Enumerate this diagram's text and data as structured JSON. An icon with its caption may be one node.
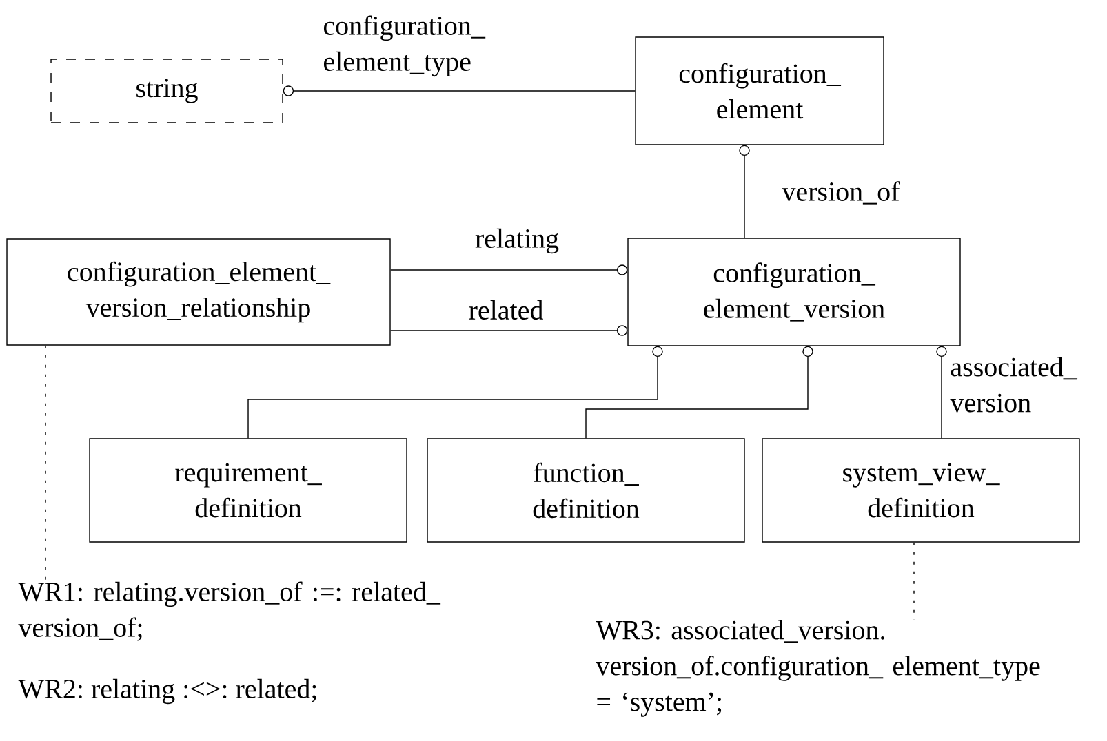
{
  "diagram": {
    "nodes": [
      {
        "text": [
          "string"
        ]
      },
      {
        "text": [
          "configuration_ element"
        ]
      },
      {
        "text": [
          "configuration_ element_version"
        ]
      },
      {
        "text": [
          "configuration_element_ version_relationship"
        ]
      },
      {
        "text": [
          "requirement_ definition"
        ]
      },
      {
        "text": [
          "function_ definition"
        ]
      },
      {
        "text": [
          "system_view_ definition"
        ]
      },
      {
        "text": [
          "WR1: relating.version_of :=: related_ version_of;"
        ]
      },
      {
        "text": [
          "WR3: associated_version. version_of.configuration_ element_type = ‘system’;"
        ]
      }
    ],
    "edges": [
      {
        "from": 1,
        "to": 0,
        "arrow": "other",
        "label": "configuration_ element_type"
      },
      {
        "from": 2,
        "to": 1,
        "arrow": "other",
        "label": "version_of"
      },
      {
        "from": 3,
        "to": 2,
        "arrow": "other",
        "label": "relating"
      },
      {
        "from": 3,
        "to": 2,
        "arrow": "other",
        "label": "related"
      },
      {
        "from": 4,
        "to": 2,
        "arrow": "other"
      },
      {
        "from": 5,
        "to": 2,
        "arrow": "other"
      },
      {
        "from": 6,
        "to": 2,
        "arrow": "other",
        "label": "associated_ version"
      },
      {
        "from": 3,
        "to": 7,
        "arrow": "none",
        "style": "dashed"
      },
      {
        "from": 6,
        "to": 8,
        "arrow": "none",
        "style": "dashed"
      }
    ],
    "labels": [
      "WR2: relating :<>: related;"
    ]
  }
}
